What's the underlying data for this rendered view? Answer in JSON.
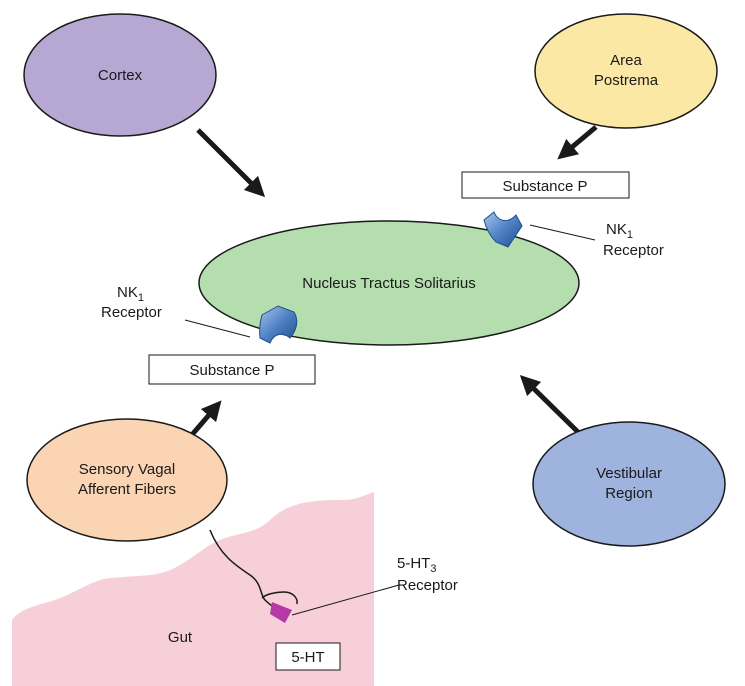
{
  "nodes": {
    "cortex": "Cortex",
    "area_postrema_line1": "Area",
    "area_postrema_line2": "Postrema",
    "nts": "Nucleus Tractus Solitarius",
    "vagal_line1": "Sensory Vagal",
    "vagal_line2": "Afferent Fibers",
    "vestibular_line1": "Vestibular",
    "vestibular_line2": "Region",
    "gut": "Gut"
  },
  "boxes": {
    "substance_p_top": "Substance P",
    "substance_p_bottom": "Substance P",
    "five_ht": "5-HT"
  },
  "receptors": {
    "nk1_right_main": "NK",
    "nk1_right_sub": "1",
    "nk1_right_line2": "Receptor",
    "nk1_left_main": "NK",
    "nk1_left_sub": "1",
    "nk1_left_line2": "Receptor",
    "ht3_main": "5-HT",
    "ht3_sub": "3",
    "ht3_line2": "Receptor"
  },
  "colors": {
    "cortex": "#b6a8d2",
    "area_postrema": "#fbe8a5",
    "nts": "#b5deaf",
    "vagal": "#fbd4b4",
    "vestibular": "#9eb3dd",
    "gut": "#f7cfd9",
    "receptor": "#3d6fb3",
    "ht3_receptor": "#b63aa6"
  }
}
